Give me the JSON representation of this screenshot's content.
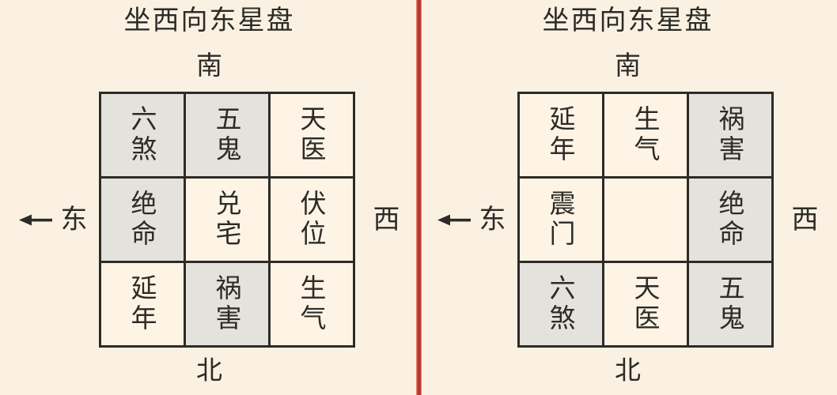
{
  "colors": {
    "background": "#fbf1e2",
    "cell": "#fdf4e5",
    "cell-shaded": "#e4e2dd",
    "line": "#2d2b27",
    "text": "#2d2b27",
    "divider": "#c43a31"
  },
  "icons": {
    "east_arrow": "left-arrow"
  },
  "charts": [
    {
      "title": "坐西向东星盘",
      "south_label": "南",
      "north_label": "北",
      "east_label": "东",
      "west_label": "西",
      "cells": [
        {
          "text": "六煞",
          "shaded": true
        },
        {
          "text": "五鬼",
          "shaded": true
        },
        {
          "text": "天医",
          "shaded": false
        },
        {
          "text": "绝命",
          "shaded": true
        },
        {
          "text": "兑宅",
          "shaded": false
        },
        {
          "text": "伏位",
          "shaded": false
        },
        {
          "text": "延年",
          "shaded": false
        },
        {
          "text": "祸害",
          "shaded": true
        },
        {
          "text": "生气",
          "shaded": false
        }
      ]
    },
    {
      "title": "坐西向东星盘",
      "south_label": "南",
      "north_label": "北",
      "east_label": "东",
      "west_label": "西",
      "cells": [
        {
          "text": "延年",
          "shaded": false
        },
        {
          "text": "生气",
          "shaded": false
        },
        {
          "text": "祸害",
          "shaded": true
        },
        {
          "text": "震门",
          "shaded": false
        },
        {
          "text": "",
          "shaded": false
        },
        {
          "text": "绝命",
          "shaded": true
        },
        {
          "text": "六煞",
          "shaded": true
        },
        {
          "text": "天医",
          "shaded": false
        },
        {
          "text": "五鬼",
          "shaded": true
        }
      ]
    }
  ]
}
